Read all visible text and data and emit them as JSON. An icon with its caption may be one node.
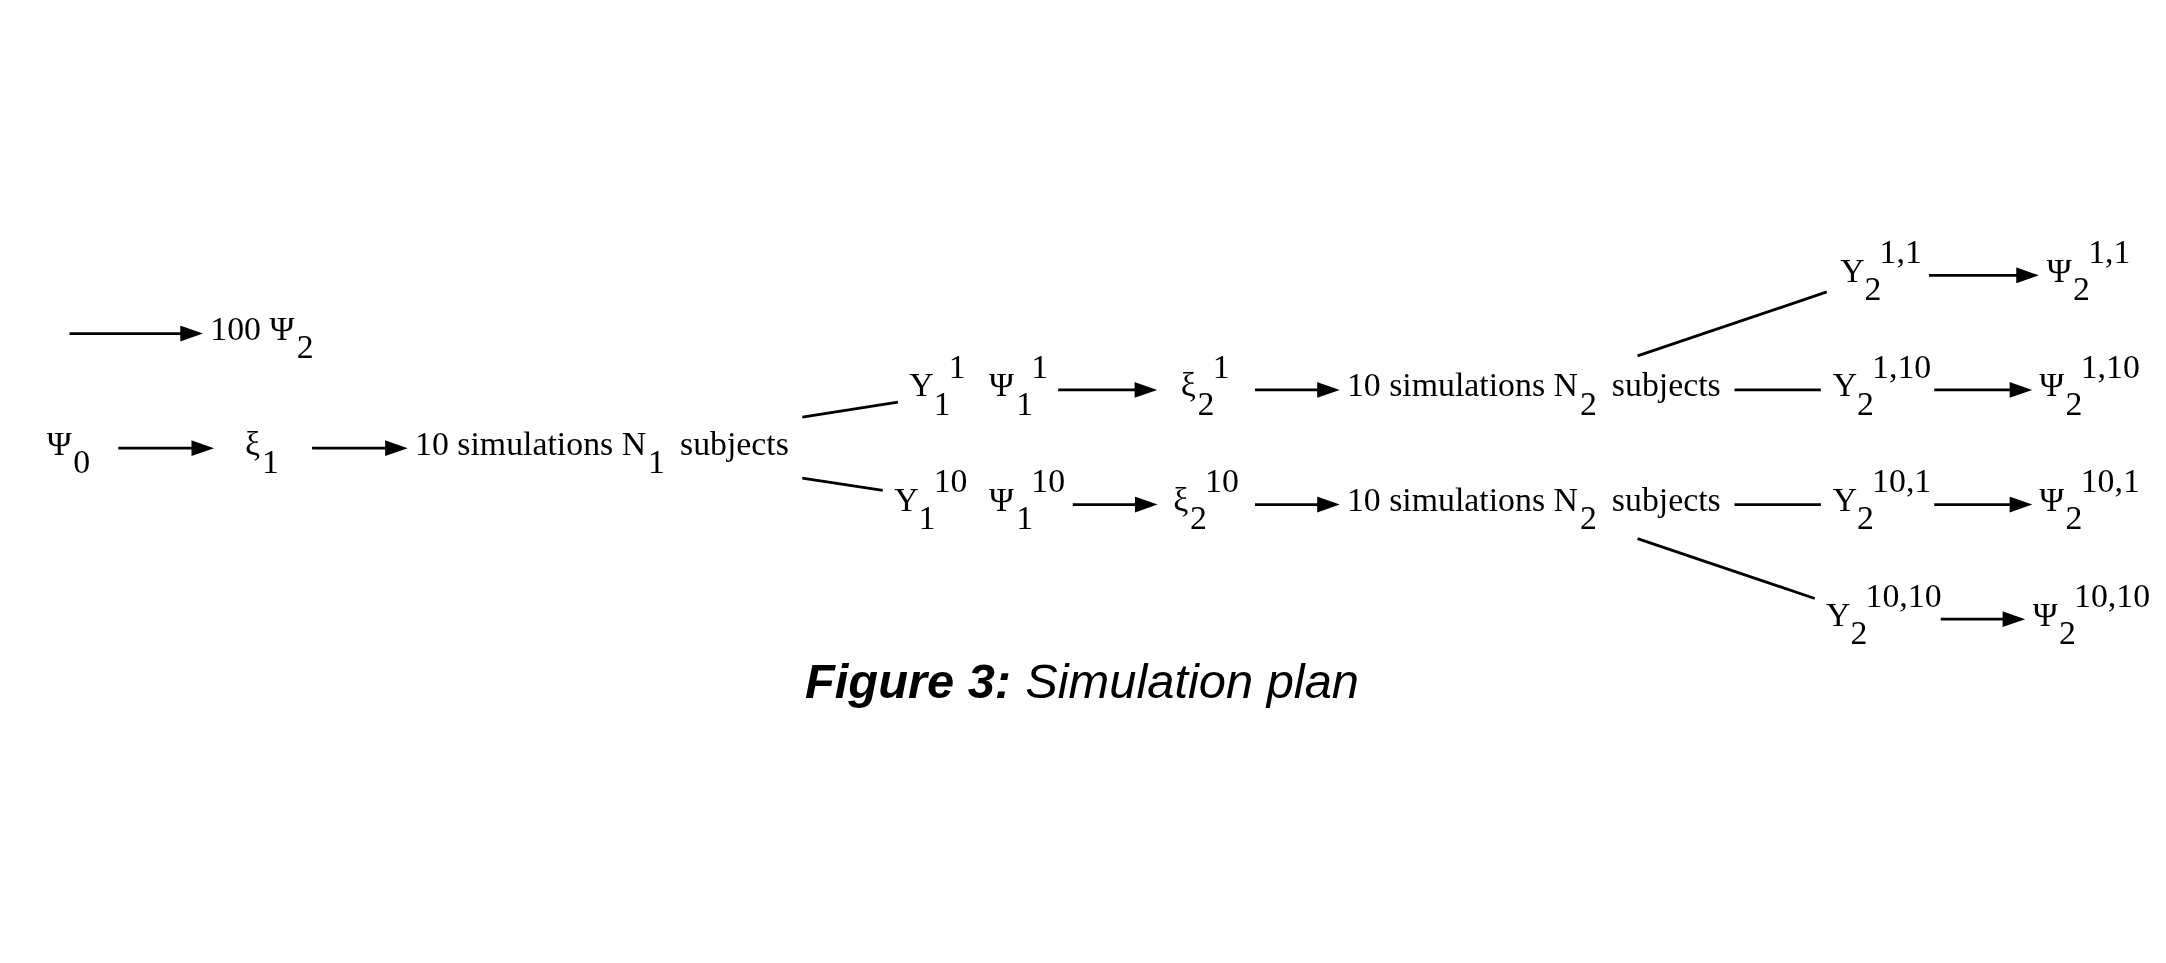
{
  "diagram": {
    "caption": "**Figure 3:** Simulation plan",
    "nodes": [
      {
        "text": [
          "Ψ$_{0}$"
        ]
      },
      {
        "text": [
          "ξ$_{1}$"
        ]
      },
      {
        "text": [
          "10 simulations N$_{1}$ subjects"
        ]
      },
      {
        "text": [
          "Y$_{1}$$^{1}$ Ψ$_{1}$$^{1}$"
        ]
      },
      {
        "text": [
          "ξ$_{2}$$^{1}$"
        ]
      },
      {
        "text": [
          "10 simulations N$_{2}$ subjects"
        ]
      },
      {
        "text": [
          "Y$_{2}$$^{1,1}$"
        ]
      },
      {
        "text": [
          "Ψ$_{2}$$^{1,1}$"
        ]
      },
      {
        "text": [
          "Y$_{2}$$^{1,10}$"
        ]
      },
      {
        "text": [
          "Ψ$_{2}$$^{1,10}$"
        ]
      },
      {
        "text": [
          "Y$_{1}$$^{10}$ Ψ$_{1}$$^{10}$"
        ]
      },
      {
        "text": [
          "ξ$_{2}$$^{10}$"
        ]
      },
      {
        "text": [
          "10 simulations N$_{2}$ subjects"
        ]
      },
      {
        "text": [
          "Y$_{2}$$^{10,1}$"
        ]
      },
      {
        "text": [
          "Ψ$_{2}$$^{10,1}$"
        ]
      },
      {
        "text": [
          "Y$_{2}$$^{10,10}$"
        ]
      },
      {
        "text": [
          "Ψ$_{2}$$^{10,10}$"
        ]
      },
      {
        "text": [
          "100 Ψ$_{2}$"
        ]
      }
    ],
    "edges": [
      {
        "from": 0,
        "to": 1,
        "arrow": "to"
      },
      {
        "from": 1,
        "to": 2,
        "arrow": "to"
      },
      {
        "from": 2,
        "to": 3,
        "arrow": "none"
      },
      {
        "from": 2,
        "to": 10,
        "arrow": "none"
      },
      {
        "from": 3,
        "to": 4,
        "arrow": "to"
      },
      {
        "from": 4,
        "to": 5,
        "arrow": "to"
      },
      {
        "from": 5,
        "to": 6,
        "arrow": "none"
      },
      {
        "from": 5,
        "to": 8,
        "arrow": "none"
      },
      {
        "from": 6,
        "to": 7,
        "arrow": "to"
      },
      {
        "from": 8,
        "to": 9,
        "arrow": "to"
      },
      {
        "from": 10,
        "to": 11,
        "arrow": "to"
      },
      {
        "from": 11,
        "to": 12,
        "arrow": "to"
      },
      {
        "from": 12,
        "to": 13,
        "arrow": "none"
      },
      {
        "from": 12,
        "to": 15,
        "arrow": "none"
      },
      {
        "from": 13,
        "to": 14,
        "arrow": "to"
      },
      {
        "from": 15,
        "to": 16,
        "arrow": "to"
      },
      {
        "from": null,
        "to": 17,
        "arrow": "to"
      }
    ]
  }
}
